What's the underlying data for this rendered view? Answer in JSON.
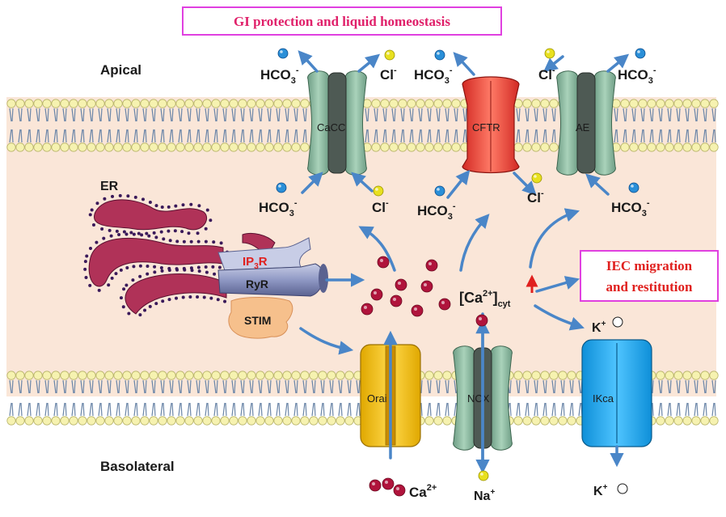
{
  "title_box": "GI protection and liquid homeostasis",
  "side_labels": {
    "apical": "Apical",
    "basolateral": "Basolateral",
    "er": "ER"
  },
  "er_labels": {
    "ip3r": "IP",
    "ip3r_sub": "3",
    "ip3r_end": "R",
    "ryr": "RyR",
    "stim": "STIM"
  },
  "channels": {
    "cacc": "CaCC",
    "cftr": "CFTR",
    "ae": "AE",
    "orai": "Orai",
    "ncx": "NCX",
    "ikca": "IKca"
  },
  "ions": {
    "hco3": "HCO",
    "hco3_sub": "3",
    "hco3_sup": "-",
    "cl": "Cl",
    "cl_sup": "-",
    "ca_base": "Ca",
    "ca_sup": "2+",
    "na_base": "Na",
    "na_sup": "+",
    "k_base": "K",
    "k_sup": "+",
    "cyt_open": "[Ca",
    "cyt_sup": "2+",
    "cyt_close": "]",
    "cyt_sub": "cyt"
  },
  "iec_box": {
    "line1": "IEC migration",
    "line2": "and restitution"
  },
  "colors": {
    "title_border": "#e040e0",
    "title_text": "#e0206a",
    "iec_text": "#e0201e",
    "arrow": "#4a86c8",
    "cytoplasm": "#fae6d8",
    "lipid_head": "#f6f2b0",
    "ca_ion": "#b0143c",
    "hco3_ion": "#2a8fd8",
    "cl_ion": "#e8e020"
  }
}
